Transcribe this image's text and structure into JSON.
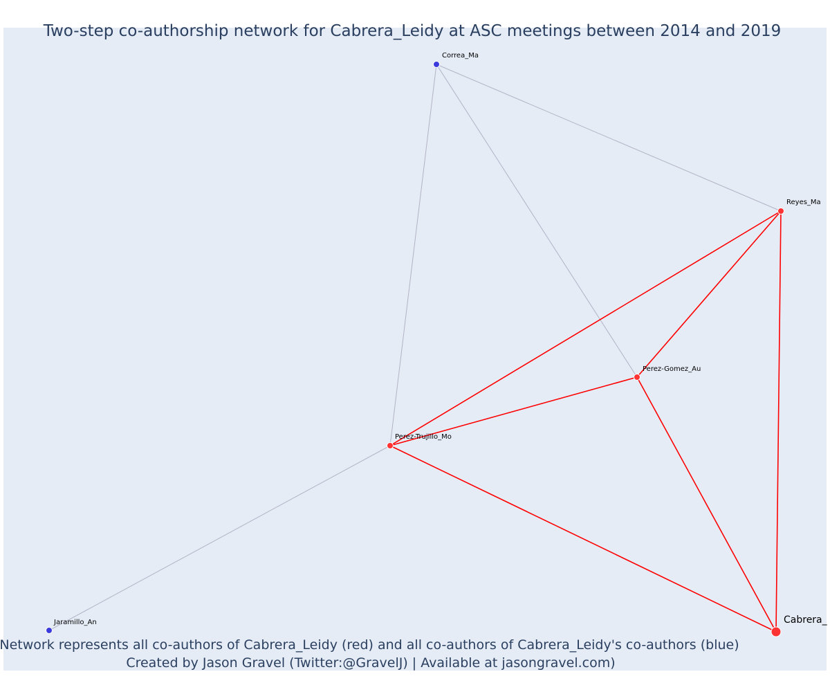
{
  "title": "Two-step co-authorship network for Cabrera_Leidy at ASC meetings between 2014 and 2019",
  "footnote": {
    "line1": "Network represents all co-authors of Cabrera_Leidy (red) and all co-authors of Cabrera_Leidy's co-authors (blue)",
    "line2": "Created by Jason Gravel (Twitter:@GravelJ) | Available at jasongravel.com)"
  },
  "colors": {
    "background": "#e5ecf6",
    "red_node": "#ff3333",
    "blue_node": "#3b3bdd",
    "red_edge": "#ff0000",
    "grey_edge": "#b3b3c6",
    "text": "#2a3f5f"
  },
  "chart_data": {
    "type": "network",
    "nodes": [
      {
        "id": "Cabrera_Leidy",
        "label": "Cabrera_",
        "group": "focal"
      },
      {
        "id": "Reyes_Ma",
        "label": "Reyes_Ma",
        "group": "coauthor"
      },
      {
        "id": "Perez-Gomez_Au",
        "label": "Perez-Gomez_Au",
        "group": "coauthor"
      },
      {
        "id": "Perez-Trujillo_Mo",
        "label": "Perez-Trujillo_Mo",
        "group": "coauthor"
      },
      {
        "id": "Correa_Ma",
        "label": "Correa_Ma",
        "group": "second_step"
      },
      {
        "id": "Jaramillo_An",
        "label": "Jaramillo_An",
        "group": "second_step"
      }
    ],
    "edges": [
      {
        "source": "Correa_Ma",
        "target": "Reyes_Ma",
        "type": "second_step"
      },
      {
        "source": "Correa_Ma",
        "target": "Perez-Gomez_Au",
        "type": "second_step"
      },
      {
        "source": "Correa_Ma",
        "target": "Perez-Trujillo_Mo",
        "type": "second_step"
      },
      {
        "source": "Jaramillo_An",
        "target": "Perez-Trujillo_Mo",
        "type": "second_step"
      },
      {
        "source": "Reyes_Ma",
        "target": "Perez-Trujillo_Mo",
        "type": "coauthor"
      },
      {
        "source": "Reyes_Ma",
        "target": "Perez-Gomez_Au",
        "type": "coauthor"
      },
      {
        "source": "Reyes_Ma",
        "target": "Cabrera_Leidy",
        "type": "coauthor"
      },
      {
        "source": "Perez-Gomez_Au",
        "target": "Perez-Trujillo_Mo",
        "type": "coauthor"
      },
      {
        "source": "Perez-Gomez_Au",
        "target": "Cabrera_Leidy",
        "type": "coauthor"
      },
      {
        "source": "Perez-Trujillo_Mo",
        "target": "Cabrera_Leidy",
        "type": "coauthor"
      }
    ]
  }
}
